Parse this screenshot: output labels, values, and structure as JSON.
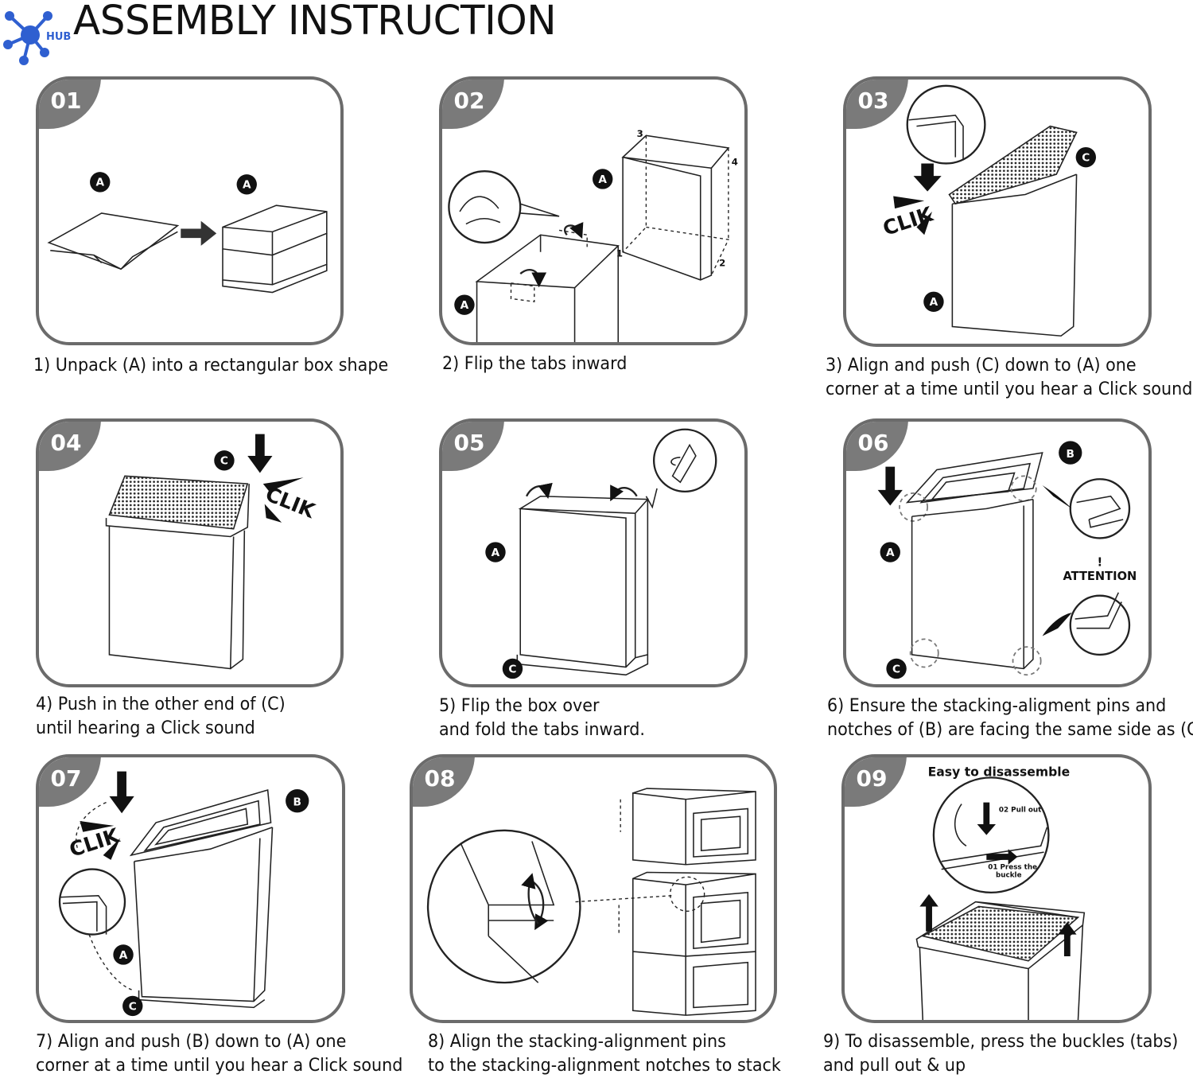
{
  "header": {
    "title": "ASSEMBLY INSTRUCTION",
    "logo_text": "HUB"
  },
  "labels": {
    "a": "A",
    "b": "B",
    "c": "C"
  },
  "steps": [
    {
      "badge": "01",
      "caption": [
        "1) Unpack (A) into a rectangular box shape"
      ]
    },
    {
      "badge": "02",
      "caption": [
        "2) Flip the tabs inward"
      ],
      "tab_numbers": [
        "1",
        "2",
        "3",
        "4"
      ]
    },
    {
      "badge": "03",
      "caption": [
        "3) Align and push (C) down to (A) one",
        "corner at a time until you hear a Click sound"
      ],
      "sound": "CLIK"
    },
    {
      "badge": "04",
      "caption": [
        "4) Push in the other end of (C)",
        "until hearing a Click sound"
      ],
      "sound": "CLIK"
    },
    {
      "badge": "05",
      "caption": [
        "5) Flip the box over",
        "and fold the tabs inward."
      ]
    },
    {
      "badge": "06",
      "caption": [
        "6) Ensure the stacking-aligment pins and",
        "notches of (B) are facing the same side as (C)"
      ],
      "attention_mark": "!",
      "attention": "ATTENTION"
    },
    {
      "badge": "07",
      "caption": [
        "7) Align and push (B) down to (A) one",
        "corner at a time until you hear a Click sound"
      ],
      "sound": "CLIK"
    },
    {
      "badge": "08",
      "caption": [
        "8) Align the stacking-alignment pins",
        "to the stacking-alignment notches to stack"
      ]
    },
    {
      "badge": "09",
      "caption": [
        "9) To disassemble, press the buckles (tabs)",
        "and pull out & up"
      ],
      "header": "Easy to disassemble",
      "callout_pull": "02 Pull out",
      "callout_press": [
        "01 Press the",
        "buckle"
      ]
    }
  ]
}
